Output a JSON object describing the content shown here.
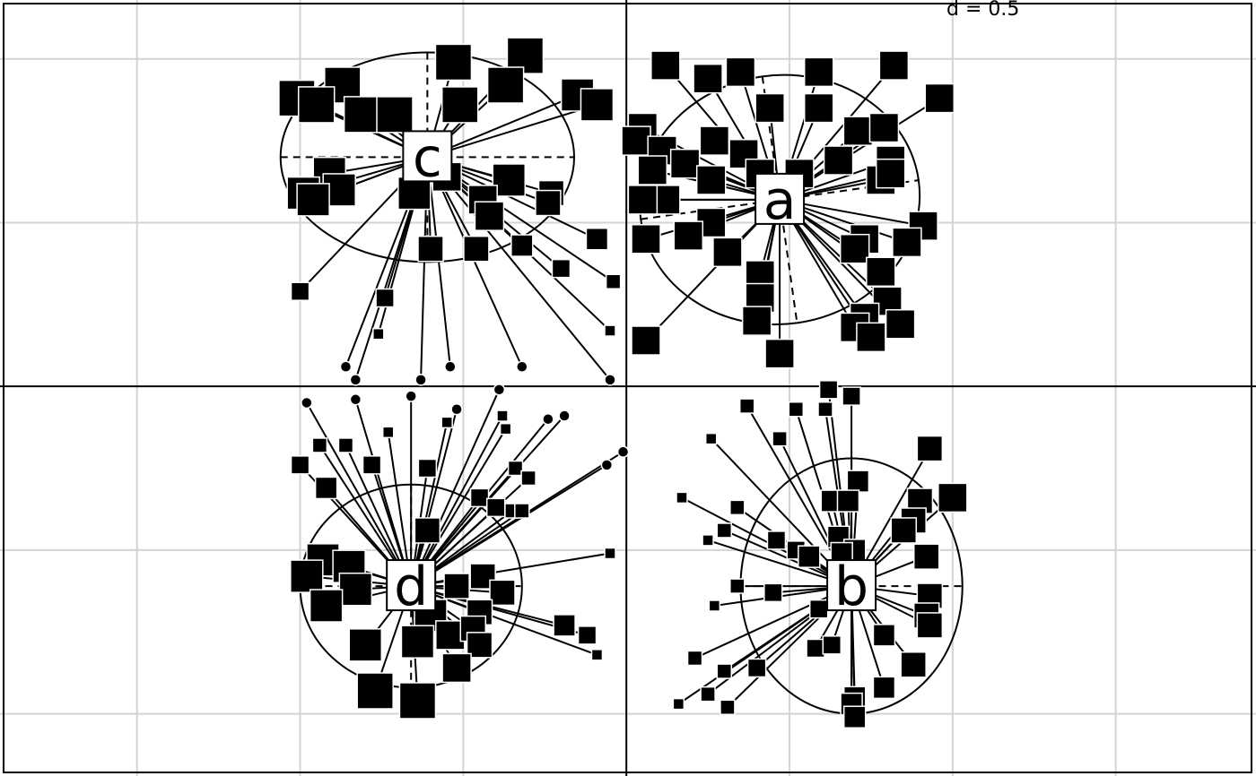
{
  "chart_data": {
    "type": "scatter",
    "title": "",
    "xlabel": "",
    "ylabel": "",
    "scale_label": "d = 0.5",
    "grid_step": 0.5,
    "xlim": [
      -1.92,
      1.93
    ],
    "ylim": [
      -1.19,
      1.18
    ],
    "grid": true,
    "groups": [
      {
        "name": "a",
        "center": [
          0.47,
          0.57
        ],
        "ellipse": {
          "rx": 0.43,
          "ry": 0.38,
          "rotation_deg": -8
        },
        "points": [
          [
            0.12,
            0.98,
            0.8
          ],
          [
            0.25,
            0.94,
            0.8
          ],
          [
            0.35,
            0.96,
            0.8
          ],
          [
            0.59,
            0.96,
            0.8
          ],
          [
            0.82,
            0.98,
            0.8
          ],
          [
            0.96,
            0.88,
            0.8
          ],
          [
            0.59,
            0.85,
            0.8
          ],
          [
            0.44,
            0.85,
            0.8
          ],
          [
            0.05,
            0.79,
            0.8
          ],
          [
            0.27,
            0.75,
            0.8
          ],
          [
            0.36,
            0.71,
            0.8
          ],
          [
            0.71,
            0.78,
            0.8
          ],
          [
            0.79,
            0.79,
            0.8
          ],
          [
            0.65,
            0.69,
            0.8
          ],
          [
            0.81,
            0.69,
            0.8
          ],
          [
            0.03,
            0.75,
            0.8
          ],
          [
            0.11,
            0.72,
            0.8
          ],
          [
            0.18,
            0.68,
            0.8
          ],
          [
            0.08,
            0.66,
            0.8
          ],
          [
            0.41,
            0.65,
            0.8
          ],
          [
            0.53,
            0.65,
            0.8
          ],
          [
            0.78,
            0.63,
            0.8
          ],
          [
            0.26,
            0.63,
            0.8
          ],
          [
            0.12,
            0.57,
            0.8
          ],
          [
            0.05,
            0.57,
            0.8
          ],
          [
            0.81,
            0.65,
            0.8
          ],
          [
            0.26,
            0.5,
            0.8
          ],
          [
            0.19,
            0.46,
            0.8
          ],
          [
            0.06,
            0.45,
            0.8
          ],
          [
            0.31,
            0.41,
            0.8
          ],
          [
            0.91,
            0.49,
            0.8
          ],
          [
            0.73,
            0.45,
            0.8
          ],
          [
            0.7,
            0.42,
            0.8
          ],
          [
            0.86,
            0.44,
            0.8
          ],
          [
            0.78,
            0.35,
            0.8
          ],
          [
            0.41,
            0.34,
            0.8
          ],
          [
            0.41,
            0.27,
            0.8
          ],
          [
            0.4,
            0.2,
            0.8
          ],
          [
            0.8,
            0.26,
            0.8
          ],
          [
            0.73,
            0.21,
            0.8
          ],
          [
            0.7,
            0.18,
            0.8
          ],
          [
            0.84,
            0.19,
            0.8
          ],
          [
            0.75,
            0.15,
            0.8
          ],
          [
            0.06,
            0.14,
            0.8
          ],
          [
            0.47,
            0.1,
            0.8
          ]
        ]
      },
      {
        "name": "b",
        "center": [
          0.69,
          -0.61
        ],
        "ellipse": {
          "rx": 0.34,
          "ry": 0.39,
          "rotation_deg": 0
        },
        "points": [
          [
            0.62,
            -0.01,
            0.5
          ],
          [
            0.69,
            -0.03,
            0.5
          ],
          [
            0.37,
            -0.06,
            0.4
          ],
          [
            0.52,
            -0.07,
            0.4
          ],
          [
            0.61,
            -0.07,
            0.4
          ],
          [
            0.47,
            -0.16,
            0.4
          ],
          [
            0.26,
            -0.16,
            0.3
          ],
          [
            0.93,
            -0.19,
            0.7
          ],
          [
            0.71,
            -0.29,
            0.6
          ],
          [
            0.63,
            -0.35,
            0.6
          ],
          [
            0.68,
            -0.35,
            0.6
          ],
          [
            0.9,
            -0.35,
            0.7
          ],
          [
            1.0,
            -0.34,
            0.8
          ],
          [
            0.88,
            -0.41,
            0.7
          ],
          [
            0.85,
            -0.44,
            0.7
          ],
          [
            0.34,
            -0.37,
            0.4
          ],
          [
            0.17,
            -0.34,
            0.3
          ],
          [
            0.3,
            -0.44,
            0.4
          ],
          [
            0.25,
            -0.47,
            0.3
          ],
          [
            0.46,
            -0.47,
            0.5
          ],
          [
            0.52,
            -0.5,
            0.5
          ],
          [
            0.56,
            -0.52,
            0.6
          ],
          [
            0.65,
            -0.46,
            0.6
          ],
          [
            0.7,
            -0.5,
            0.6
          ],
          [
            0.66,
            -0.51,
            0.6
          ],
          [
            0.92,
            -0.52,
            0.7
          ],
          [
            0.34,
            -0.61,
            0.4
          ],
          [
            0.45,
            -0.63,
            0.5
          ],
          [
            0.93,
            -0.64,
            0.7
          ],
          [
            0.92,
            -0.7,
            0.7
          ],
          [
            0.27,
            -0.67,
            0.3
          ],
          [
            0.59,
            -0.68,
            0.5
          ],
          [
            0.93,
            -0.73,
            0.7
          ],
          [
            0.79,
            -0.76,
            0.6
          ],
          [
            0.88,
            -0.85,
            0.7
          ],
          [
            0.58,
            -0.8,
            0.5
          ],
          [
            0.63,
            -0.79,
            0.5
          ],
          [
            0.21,
            -0.83,
            0.4
          ],
          [
            0.4,
            -0.86,
            0.5
          ],
          [
            0.3,
            -0.87,
            0.4
          ],
          [
            0.25,
            -0.94,
            0.4
          ],
          [
            0.16,
            -0.97,
            0.3
          ],
          [
            0.31,
            -0.98,
            0.4
          ],
          [
            0.7,
            -0.95,
            0.6
          ],
          [
            0.79,
            -0.92,
            0.6
          ],
          [
            0.69,
            -0.97,
            0.6
          ],
          [
            0.7,
            -1.01,
            0.6
          ]
        ]
      },
      {
        "name": "c",
        "center": [
          -0.61,
          0.7
        ],
        "ellipse": {
          "rx": 0.45,
          "ry": 0.32,
          "rotation_deg": 0
        },
        "points": [
          [
            -0.53,
            0.99,
            1.0
          ],
          [
            -0.31,
            1.01,
            1.0
          ],
          [
            -0.37,
            0.92,
            1.0
          ],
          [
            -0.87,
            0.92,
            1.0
          ],
          [
            -1.01,
            0.88,
            1.0
          ],
          [
            -0.95,
            0.86,
            1.0
          ],
          [
            -0.81,
            0.83,
            1.0
          ],
          [
            -0.71,
            0.83,
            1.0
          ],
          [
            -0.51,
            0.86,
            1.0
          ],
          [
            -0.15,
            0.89,
            0.9
          ],
          [
            -0.09,
            0.86,
            0.9
          ],
          [
            -0.36,
            0.63,
            0.9
          ],
          [
            -0.91,
            0.65,
            0.9
          ],
          [
            -0.88,
            0.6,
            0.9
          ],
          [
            -0.99,
            0.59,
            0.9
          ],
          [
            -0.96,
            0.57,
            0.9
          ],
          [
            -0.65,
            0.59,
            0.9
          ],
          [
            -0.55,
            0.64,
            0.8
          ],
          [
            -0.44,
            0.57,
            0.8
          ],
          [
            -0.42,
            0.52,
            0.8
          ],
          [
            -0.23,
            0.59,
            0.7
          ],
          [
            -0.24,
            0.56,
            0.7
          ],
          [
            -0.6,
            0.42,
            0.7
          ],
          [
            -0.46,
            0.42,
            0.7
          ],
          [
            -0.32,
            0.43,
            0.6
          ],
          [
            -0.09,
            0.45,
            0.6
          ],
          [
            -0.2,
            0.36,
            0.5
          ],
          [
            -0.04,
            0.32,
            0.4
          ],
          [
            -1.0,
            0.29,
            0.5
          ],
          [
            -0.74,
            0.27,
            0.5
          ],
          [
            -0.76,
            0.16,
            0.3
          ],
          [
            -0.86,
            0.06,
            0.2
          ],
          [
            -0.83,
            0.02,
            0.2
          ],
          [
            -0.63,
            0.02,
            0.2
          ],
          [
            -0.54,
            0.06,
            0.2
          ],
          [
            -0.32,
            0.06,
            0.2
          ],
          [
            -0.05,
            0.17,
            0.3
          ],
          [
            -0.05,
            0.02,
            0.2
          ]
        ]
      },
      {
        "name": "d",
        "center": [
          -0.66,
          -0.61
        ],
        "ellipse": {
          "rx": 0.34,
          "ry": 0.31,
          "rotation_deg": 0
        },
        "points": [
          [
            -0.98,
            -0.05,
            0.2
          ],
          [
            -0.83,
            -0.04,
            0.2
          ],
          [
            -0.66,
            -0.03,
            0.2
          ],
          [
            -0.39,
            -0.01,
            0.2
          ],
          [
            -0.52,
            -0.07,
            0.2
          ],
          [
            -0.55,
            -0.11,
            0.3
          ],
          [
            -0.38,
            -0.09,
            0.3
          ],
          [
            -0.24,
            -0.1,
            0.2
          ],
          [
            -0.19,
            -0.09,
            0.2
          ],
          [
            -0.37,
            -0.13,
            0.3
          ],
          [
            -0.73,
            -0.14,
            0.3
          ],
          [
            -0.86,
            -0.18,
            0.4
          ],
          [
            -0.94,
            -0.18,
            0.4
          ],
          [
            -1.0,
            -0.24,
            0.5
          ],
          [
            -0.78,
            -0.24,
            0.5
          ],
          [
            -0.61,
            -0.25,
            0.5
          ],
          [
            -0.34,
            -0.25,
            0.4
          ],
          [
            -0.3,
            -0.28,
            0.4
          ],
          [
            -0.45,
            -0.34,
            0.5
          ],
          [
            -0.92,
            -0.31,
            0.6
          ],
          [
            -0.4,
            -0.37,
            0.5
          ],
          [
            -0.01,
            -0.2,
            0.2
          ],
          [
            -0.06,
            -0.24,
            0.2
          ],
          [
            -0.35,
            -0.38,
            0.4
          ],
          [
            -0.32,
            -0.38,
            0.4
          ],
          [
            -0.61,
            -0.44,
            0.7
          ],
          [
            -0.93,
            -0.53,
            0.9
          ],
          [
            -0.85,
            -0.55,
            0.9
          ],
          [
            -0.98,
            -0.58,
            0.9
          ],
          [
            -0.83,
            -0.62,
            0.9
          ],
          [
            -0.92,
            -0.67,
            0.9
          ],
          [
            -0.52,
            -0.61,
            0.7
          ],
          [
            -0.44,
            -0.58,
            0.7
          ],
          [
            -0.38,
            -0.63,
            0.7
          ],
          [
            -0.45,
            -0.69,
            0.7
          ],
          [
            -0.05,
            -0.51,
            0.3
          ],
          [
            -0.6,
            -0.7,
            0.9
          ],
          [
            -0.8,
            -0.79,
            0.9
          ],
          [
            -0.64,
            -0.78,
            0.9
          ],
          [
            -0.54,
            -0.76,
            0.8
          ],
          [
            -0.47,
            -0.74,
            0.7
          ],
          [
            -0.45,
            -0.79,
            0.7
          ],
          [
            -0.19,
            -0.73,
            0.6
          ],
          [
            -0.12,
            -0.76,
            0.5
          ],
          [
            -0.09,
            -0.82,
            0.3
          ],
          [
            -0.52,
            -0.86,
            0.8
          ],
          [
            -0.77,
            -0.93,
            1.0
          ],
          [
            -0.64,
            -0.96,
            1.0
          ]
        ]
      }
    ]
  }
}
